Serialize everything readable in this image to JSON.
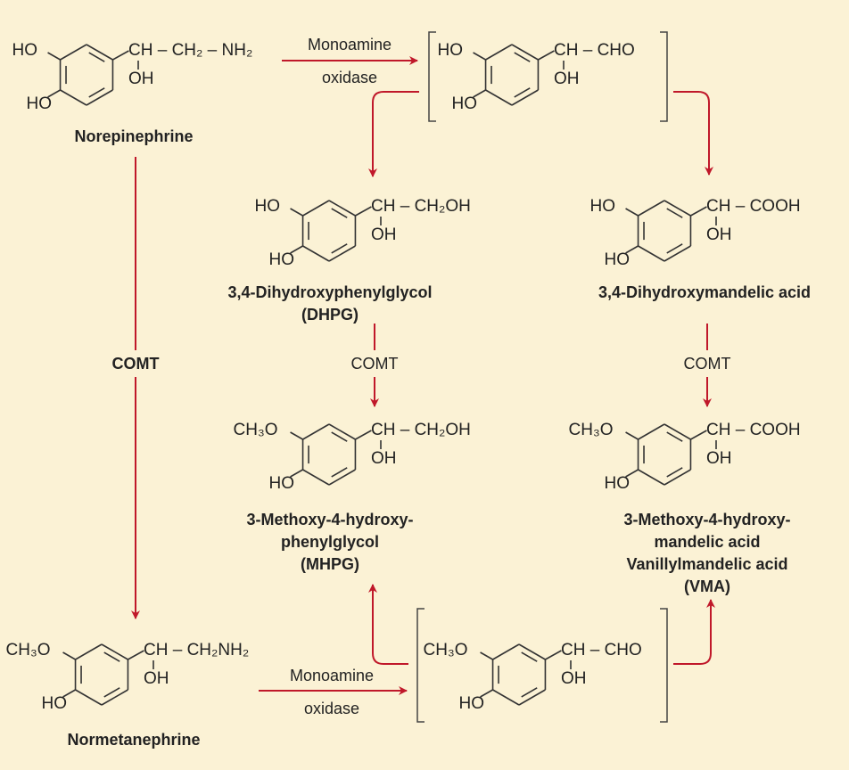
{
  "colors": {
    "background": "#fbf2d5",
    "arrow": "#c0182a",
    "ink": "#333333"
  },
  "molecules": [
    {
      "id": "norepinephrine",
      "sub_top": "HO",
      "sub_bottom": "HO",
      "chain": "CH – CH₂ – NH₂",
      "oh": "OH",
      "name": [
        "Norepinephrine"
      ]
    },
    {
      "id": "aldehyde-intermediate",
      "sub_top": "HO",
      "sub_bottom": "HO",
      "chain": "CH – CHO",
      "oh": "OH",
      "name": []
    },
    {
      "id": "dhpg",
      "sub_top": "HO",
      "sub_bottom": "HO",
      "chain": "CH – CH₂OH",
      "oh": "OH",
      "name": [
        "3,4-Dihydroxyphenylglycol",
        "(DHPG)"
      ]
    },
    {
      "id": "dhma",
      "sub_top": "HO",
      "sub_bottom": "HO",
      "chain": "CH – COOH",
      "oh": "OH",
      "name": [
        "3,4-Dihydroxymandelic acid"
      ]
    },
    {
      "id": "mhpg",
      "sub_top": "CH₃O",
      "sub_bottom": "HO",
      "chain": "CH – CH₂OH",
      "oh": "OH",
      "name": [
        "3-Methoxy-4-hydroxy-",
        "phenylglycol",
        "(MHPG)"
      ]
    },
    {
      "id": "vma",
      "sub_top": "CH₃O",
      "sub_bottom": "HO",
      "chain": "CH – COOH",
      "oh": "OH",
      "name": [
        "3-Methoxy-4-hydroxy-",
        "mandelic acid",
        "Vanillylmandelic acid",
        "(VMA)"
      ]
    },
    {
      "id": "normetanephrine",
      "sub_top": "CH₃O",
      "sub_bottom": "HO",
      "chain": "CH – CH₂NH₂",
      "oh": "OH",
      "name": [
        "Normetanephrine"
      ]
    },
    {
      "id": "methoxy-aldehyde-intermediate",
      "sub_top": "CH₃O",
      "sub_bottom": "HO",
      "chain": "CH – CHO",
      "oh": "OH",
      "name": []
    }
  ],
  "arrows": {
    "mao_top": [
      "Monoamine",
      "oxidase"
    ],
    "comt_left": "COMT",
    "comt_dhpg": "COMT",
    "comt_dhma": "COMT",
    "mao_bottom": [
      "Monoamine",
      "oxidase"
    ]
  }
}
